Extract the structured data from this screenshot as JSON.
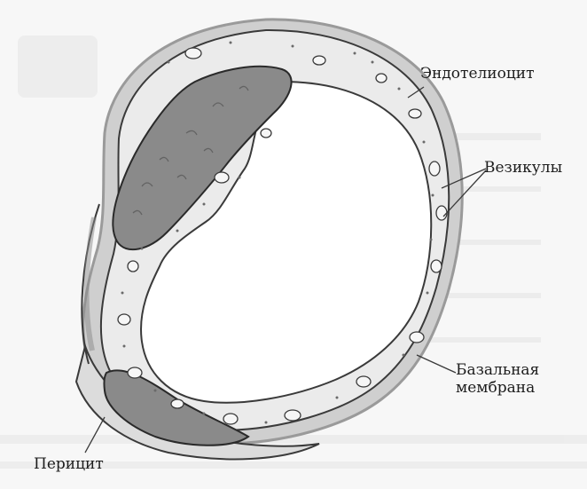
{
  "diagram": {
    "labels": {
      "endothelial": "Эндотелиоцит",
      "vesicles": "Везикулы",
      "basal_line1": "Базальная",
      "basal_line2": "мембрана",
      "pericyte": "Перицит"
    },
    "colors": {
      "background": "#f7f7f7",
      "cytoplasm": "#ebebeb",
      "lumen": "#ffffff",
      "nucleus": "#8a8a8a",
      "outline": "#3a3a3a",
      "basement_membrane": "#b7b7b7"
    }
  }
}
